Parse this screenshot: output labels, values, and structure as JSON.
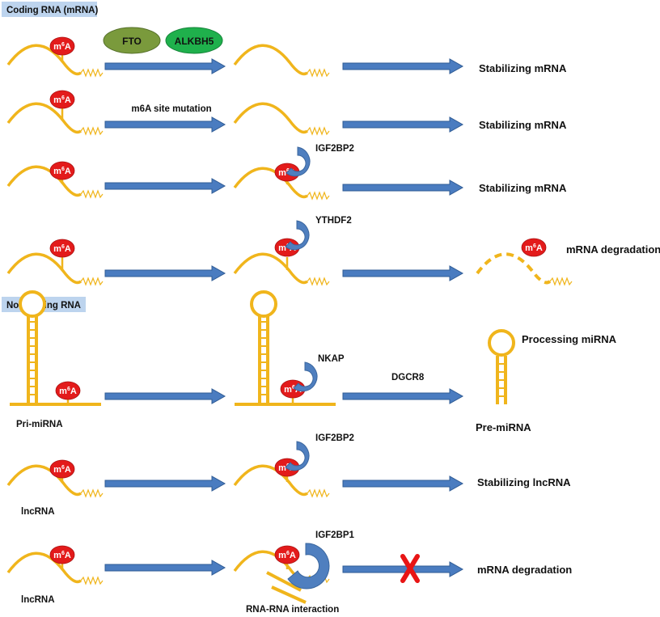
{
  "sections": {
    "coding": "Coding RNA (mRNA)",
    "noncoding": "Non-coding RNA"
  },
  "mark": {
    "prefix": "m",
    "sup": "6",
    "suffix": "A"
  },
  "enzymes": {
    "fto": "FTO",
    "alkbh5": "ALKBH5"
  },
  "labels": {
    "site_mutation": "m6A site mutation",
    "igf2bp2": "IGF2BP2",
    "ythdf2": "YTHDF2",
    "nkap": "NKAP",
    "dgcr8": "DGCR8",
    "igf2bp1": "IGF2BP1",
    "pri_mirna": "Pri-miRNA",
    "pre_mirna": "Pre-miRNA",
    "lncrna_a": "lncRNA",
    "lncrna_b": "lncRNA",
    "rna_rna": "RNA-RNA interaction"
  },
  "outcomes": {
    "row1": "Stabilizing mRNA",
    "row2": "Stabilizing mRNA",
    "row3": "Stabilizing mRNA",
    "row4": "mRNA degradation",
    "row5": "Processing miRNA",
    "row6": "Stabilizing lncRNA",
    "row7": "mRNA degradation"
  },
  "colors": {
    "rna": "#f0b51c",
    "m6a": "#e31b1b",
    "reader": "#4f7fbf",
    "arrow": "#4a7cc0",
    "fto": "#7a9a3c",
    "alkbh5": "#1fb04c",
    "section_bg": "#bdd4ee",
    "block": "#e81515"
  }
}
